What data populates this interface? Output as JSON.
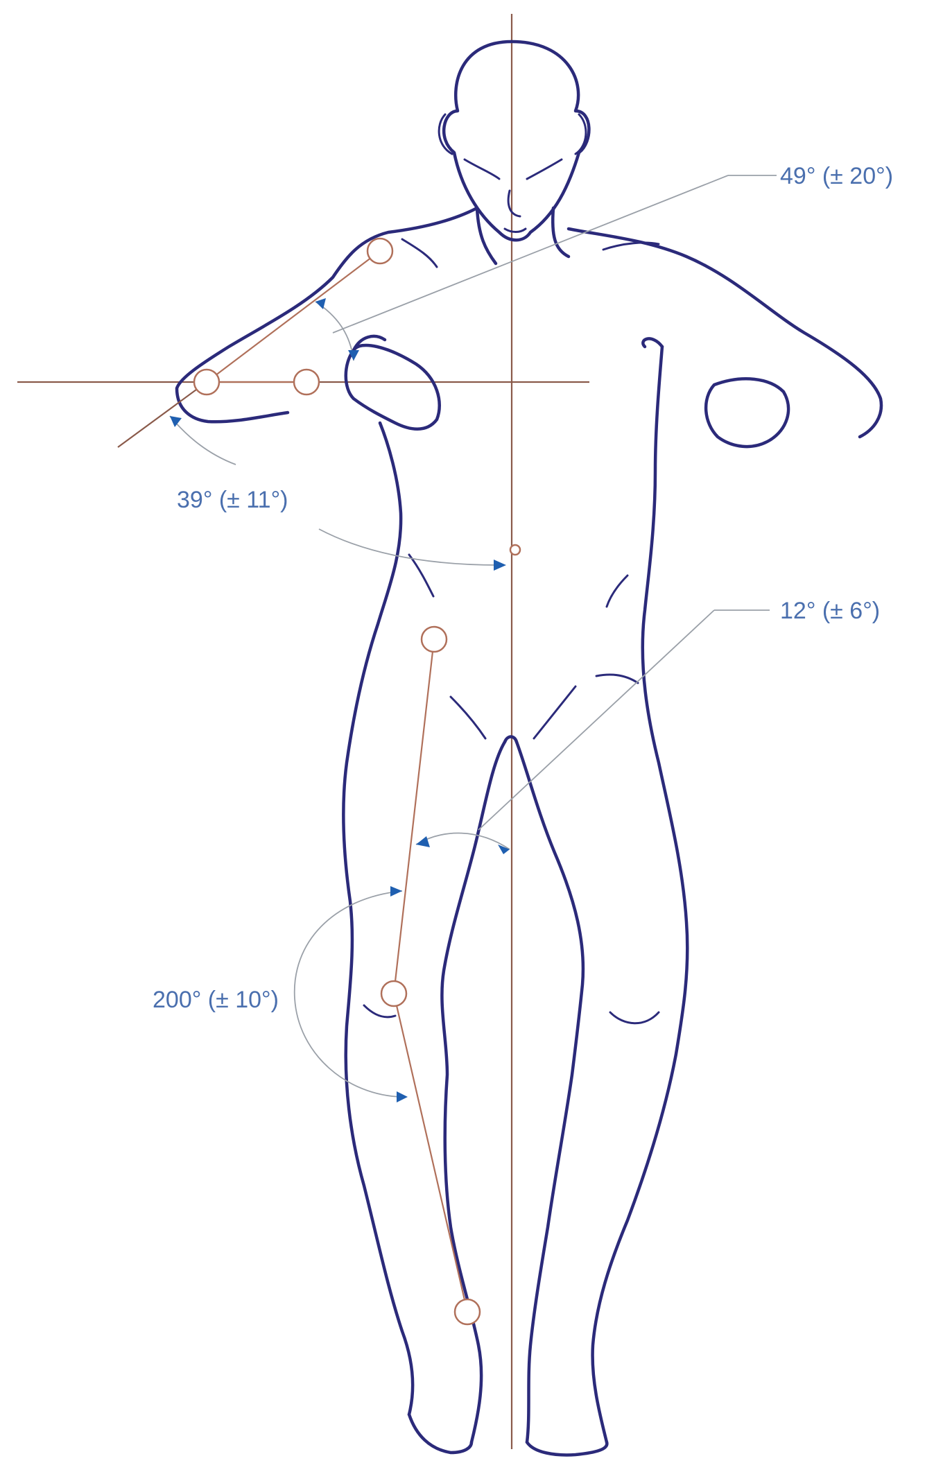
{
  "figure": {
    "annotations": {
      "shoulder_angle": "49° (± 20°)",
      "elbow_angle": "39° (± 11°)",
      "hip_angle": "12° (± 6°)",
      "knee_angle": "200° (± 10°)"
    },
    "colors": {
      "outline": "#2b2a7a",
      "segment": "#b0705a",
      "reference": "#8a5a4a",
      "arrow": "#1f5fb0",
      "label": "#4a6fae"
    }
  }
}
